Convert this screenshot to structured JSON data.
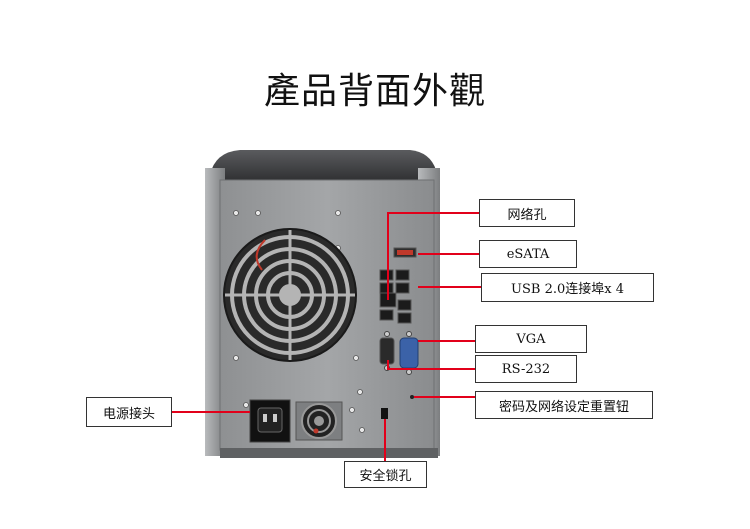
{
  "title": "產品背面外觀",
  "labels": {
    "network_port": "网络孔",
    "esata": "eSATA",
    "usb": "USB 2.0连接埠x 4",
    "vga": "VGA",
    "rs232": "RS-232",
    "reset": "密码及网络设定重置钮",
    "power": "电源接头",
    "lock": "安全锁孔"
  },
  "colors": {
    "leader_line": "#e2001a",
    "chassis": "#9a9c9e",
    "top_cover": "#3c3d3f"
  }
}
